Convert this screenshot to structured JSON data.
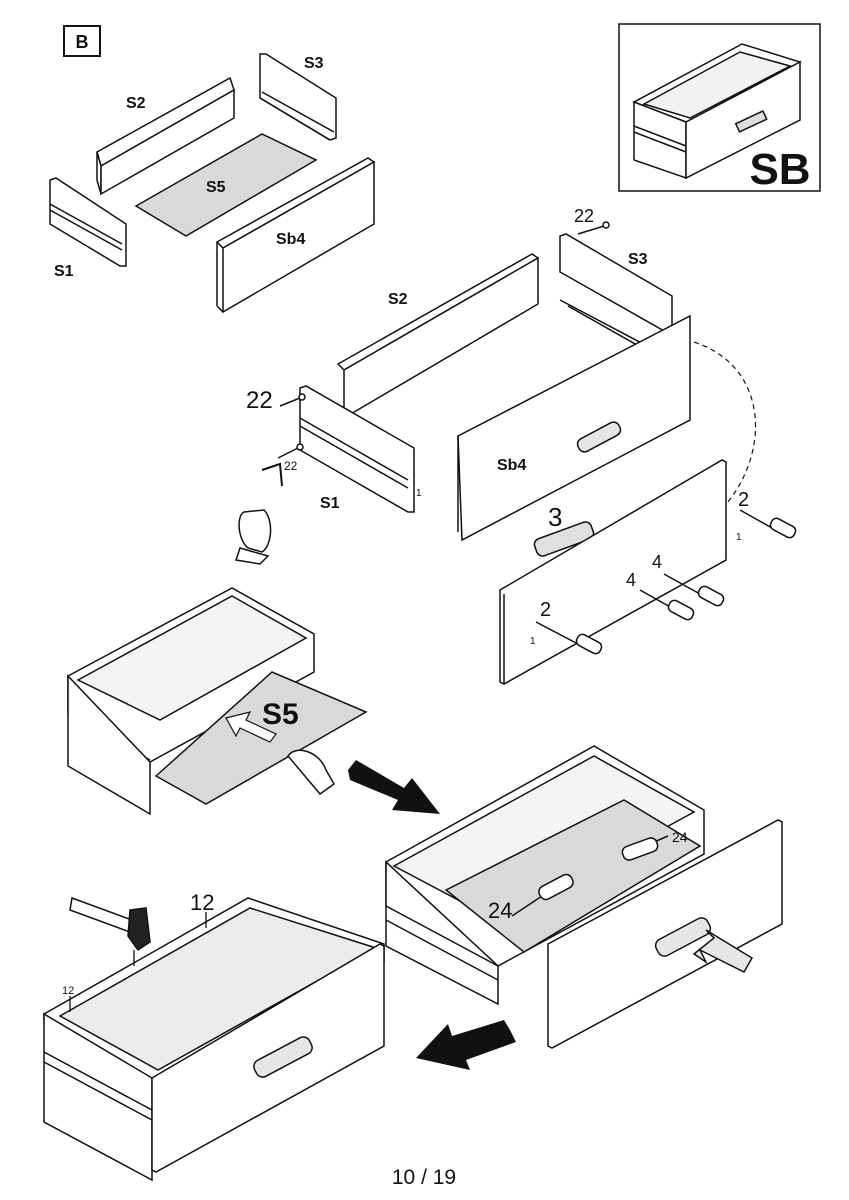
{
  "step": {
    "badge": "B"
  },
  "inset": {
    "label": "SB"
  },
  "parts": {
    "s1": "S1",
    "s2": "S2",
    "s3": "S3",
    "s5": "S5",
    "sb4": "Sb4"
  },
  "callouts": {
    "n22": "22",
    "n2": "2",
    "n3": "3",
    "n4": "4",
    "n1": "1",
    "n24": "24",
    "n12": "12"
  },
  "footer": {
    "page": "10 / 19"
  },
  "colors": {
    "line": "#1a1a1a",
    "panel_fill": "#ffffff",
    "board_fill": "#d9d9d9",
    "arrow": "#111111",
    "light_arrow": "#e6e6e6"
  }
}
